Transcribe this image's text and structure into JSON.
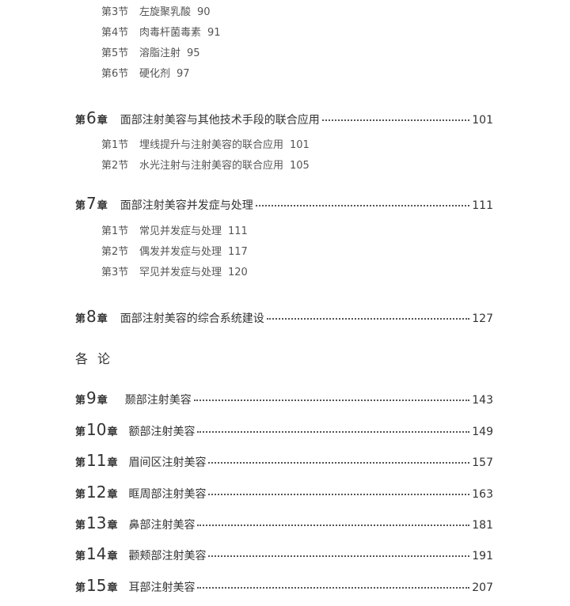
{
  "sections_top": [
    {
      "num": "第3节",
      "title": "左旋聚乳酸",
      "page": "90"
    },
    {
      "num": "第4节",
      "title": "肉毒杆菌毒素",
      "page": "91"
    },
    {
      "num": "第5节",
      "title": "溶脂注射",
      "page": "95"
    },
    {
      "num": "第6节",
      "title": "硬化剂",
      "page": "97"
    }
  ],
  "chapters": [
    {
      "prefix": "第",
      "num": "6",
      "suffix": "章",
      "title": "面部注射美容与其他技术手段的联合应用",
      "page": "101"
    },
    {
      "prefix": "第",
      "num": "7",
      "suffix": "章",
      "title": "面部注射美容并发症与处理",
      "page": "111"
    },
    {
      "prefix": "第",
      "num": "8",
      "suffix": "章",
      "title": "面部注射美容的综合系统建设",
      "page": "127"
    },
    {
      "prefix": "第",
      "num": "9",
      "suffix": "章",
      "title": "颞部注射美容",
      "page": "143"
    },
    {
      "prefix": "第",
      "num": "10",
      "suffix": "章",
      "title": "额部注射美容",
      "page": "149"
    },
    {
      "prefix": "第",
      "num": "11",
      "suffix": "章",
      "title": "眉间区注射美容",
      "page": "157"
    },
    {
      "prefix": "第",
      "num": "12",
      "suffix": "章",
      "title": "眶周部注射美容",
      "page": "163"
    },
    {
      "prefix": "第",
      "num": "13",
      "suffix": "章",
      "title": "鼻部注射美容",
      "page": "181"
    },
    {
      "prefix": "第",
      "num": "14",
      "suffix": "章",
      "title": "颧颊部注射美容",
      "page": "191"
    },
    {
      "prefix": "第",
      "num": "15",
      "suffix": "章",
      "title": "耳部注射美容",
      "page": "207"
    }
  ],
  "sections_ch6": [
    {
      "num": "第1节",
      "title": "埋线提升与注射美容的联合应用",
      "page": "101"
    },
    {
      "num": "第2节",
      "title": "水光注射与注射美容的联合应用",
      "page": "105"
    }
  ],
  "sections_ch7": [
    {
      "num": "第1节",
      "title": "常见并发症与处理",
      "page": "111"
    },
    {
      "num": "第2节",
      "title": "偶发并发症与处理",
      "page": "117"
    },
    {
      "num": "第3节",
      "title": "罕见并发症与处理",
      "page": "120"
    }
  ],
  "part_heading": "各论"
}
